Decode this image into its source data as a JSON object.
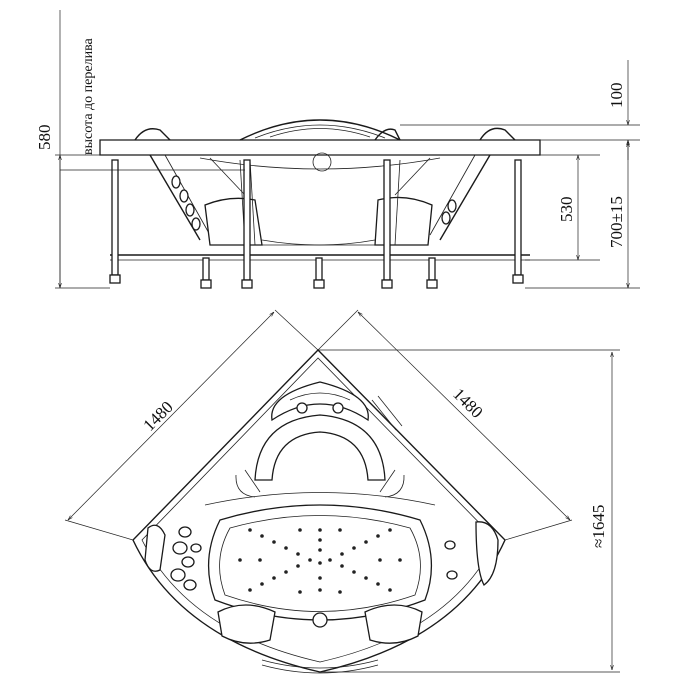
{
  "side_view": {
    "height_580": "580",
    "overflow_note": "высота до перелива",
    "height_100": "100",
    "height_530": "530",
    "height_700": "700±15"
  },
  "top_view": {
    "width_left": "1480",
    "width_right": "1480",
    "diagonal": "≈1645"
  }
}
